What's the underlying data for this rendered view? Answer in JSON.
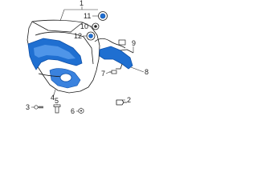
{
  "callouts": [
    {
      "id": "1",
      "label": "1"
    },
    {
      "id": "2",
      "label": "2"
    },
    {
      "id": "3",
      "label": "3"
    },
    {
      "id": "4",
      "label": "4"
    },
    {
      "id": "5",
      "label": "5"
    },
    {
      "id": "6",
      "label": "6"
    },
    {
      "id": "7",
      "label": "7"
    },
    {
      "id": "8",
      "label": "8"
    },
    {
      "id": "9",
      "label": "9"
    },
    {
      "id": "10",
      "label": "10"
    },
    {
      "id": "11",
      "label": "11"
    },
    {
      "id": "12",
      "label": "12"
    }
  ],
  "colors": {
    "part_blue": "#1f6fd1",
    "part_blue_dark": "#0d4fa8",
    "line": "#222222"
  }
}
